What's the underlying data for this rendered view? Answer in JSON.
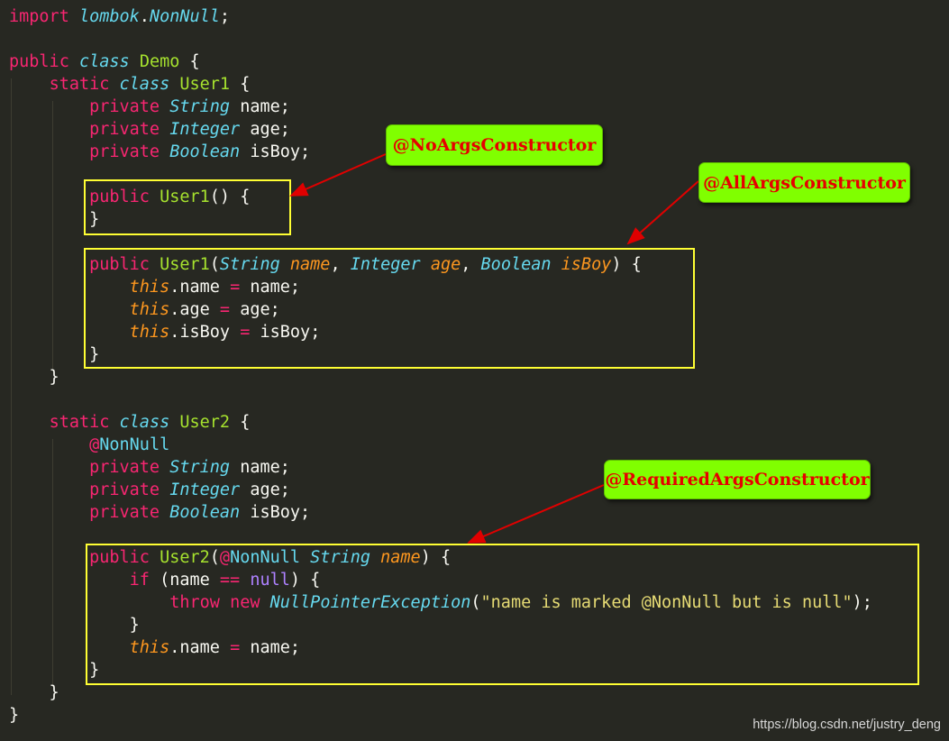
{
  "tokens": {
    "import": "import",
    "lombok_pkg": "lombok",
    "nonnull_type": "NonNull",
    "public": "public",
    "class": "class",
    "static": "static",
    "private": "private",
    "demo": "Demo",
    "user1": "User1",
    "user2": "User2",
    "string": "String",
    "integer": "Integer",
    "boolean": "Boolean",
    "name": "name",
    "age": "age",
    "isBoy": "isBoy",
    "this": "this",
    "at": "@",
    "nonnull_ann": "NonNull",
    "if": "if",
    "null": "null",
    "throw": "throw",
    "new": "new",
    "npe": "NullPointerException",
    "message": "\"name is marked @NonNull but is null\"",
    "eqeq": "==",
    "eq": "="
  },
  "callouts": {
    "no_args": "@NoArgsConstructor",
    "all_args": "@AllArgsConstructor",
    "required_args": "@RequiredArgsConstructor"
  },
  "watermark": "https://blog.csdn.net/justry_deng",
  "colors": {
    "background": "#272822",
    "keyword": "#f92672",
    "type": "#66d9ef",
    "class_name": "#a6e22e",
    "parameter": "#fd971f",
    "constant": "#ae81ff",
    "string": "#e6db74",
    "highlight_box": "#ffff33",
    "callout_bg": "#80ff00",
    "callout_text": "#e60000",
    "arrow": "#e00000"
  }
}
